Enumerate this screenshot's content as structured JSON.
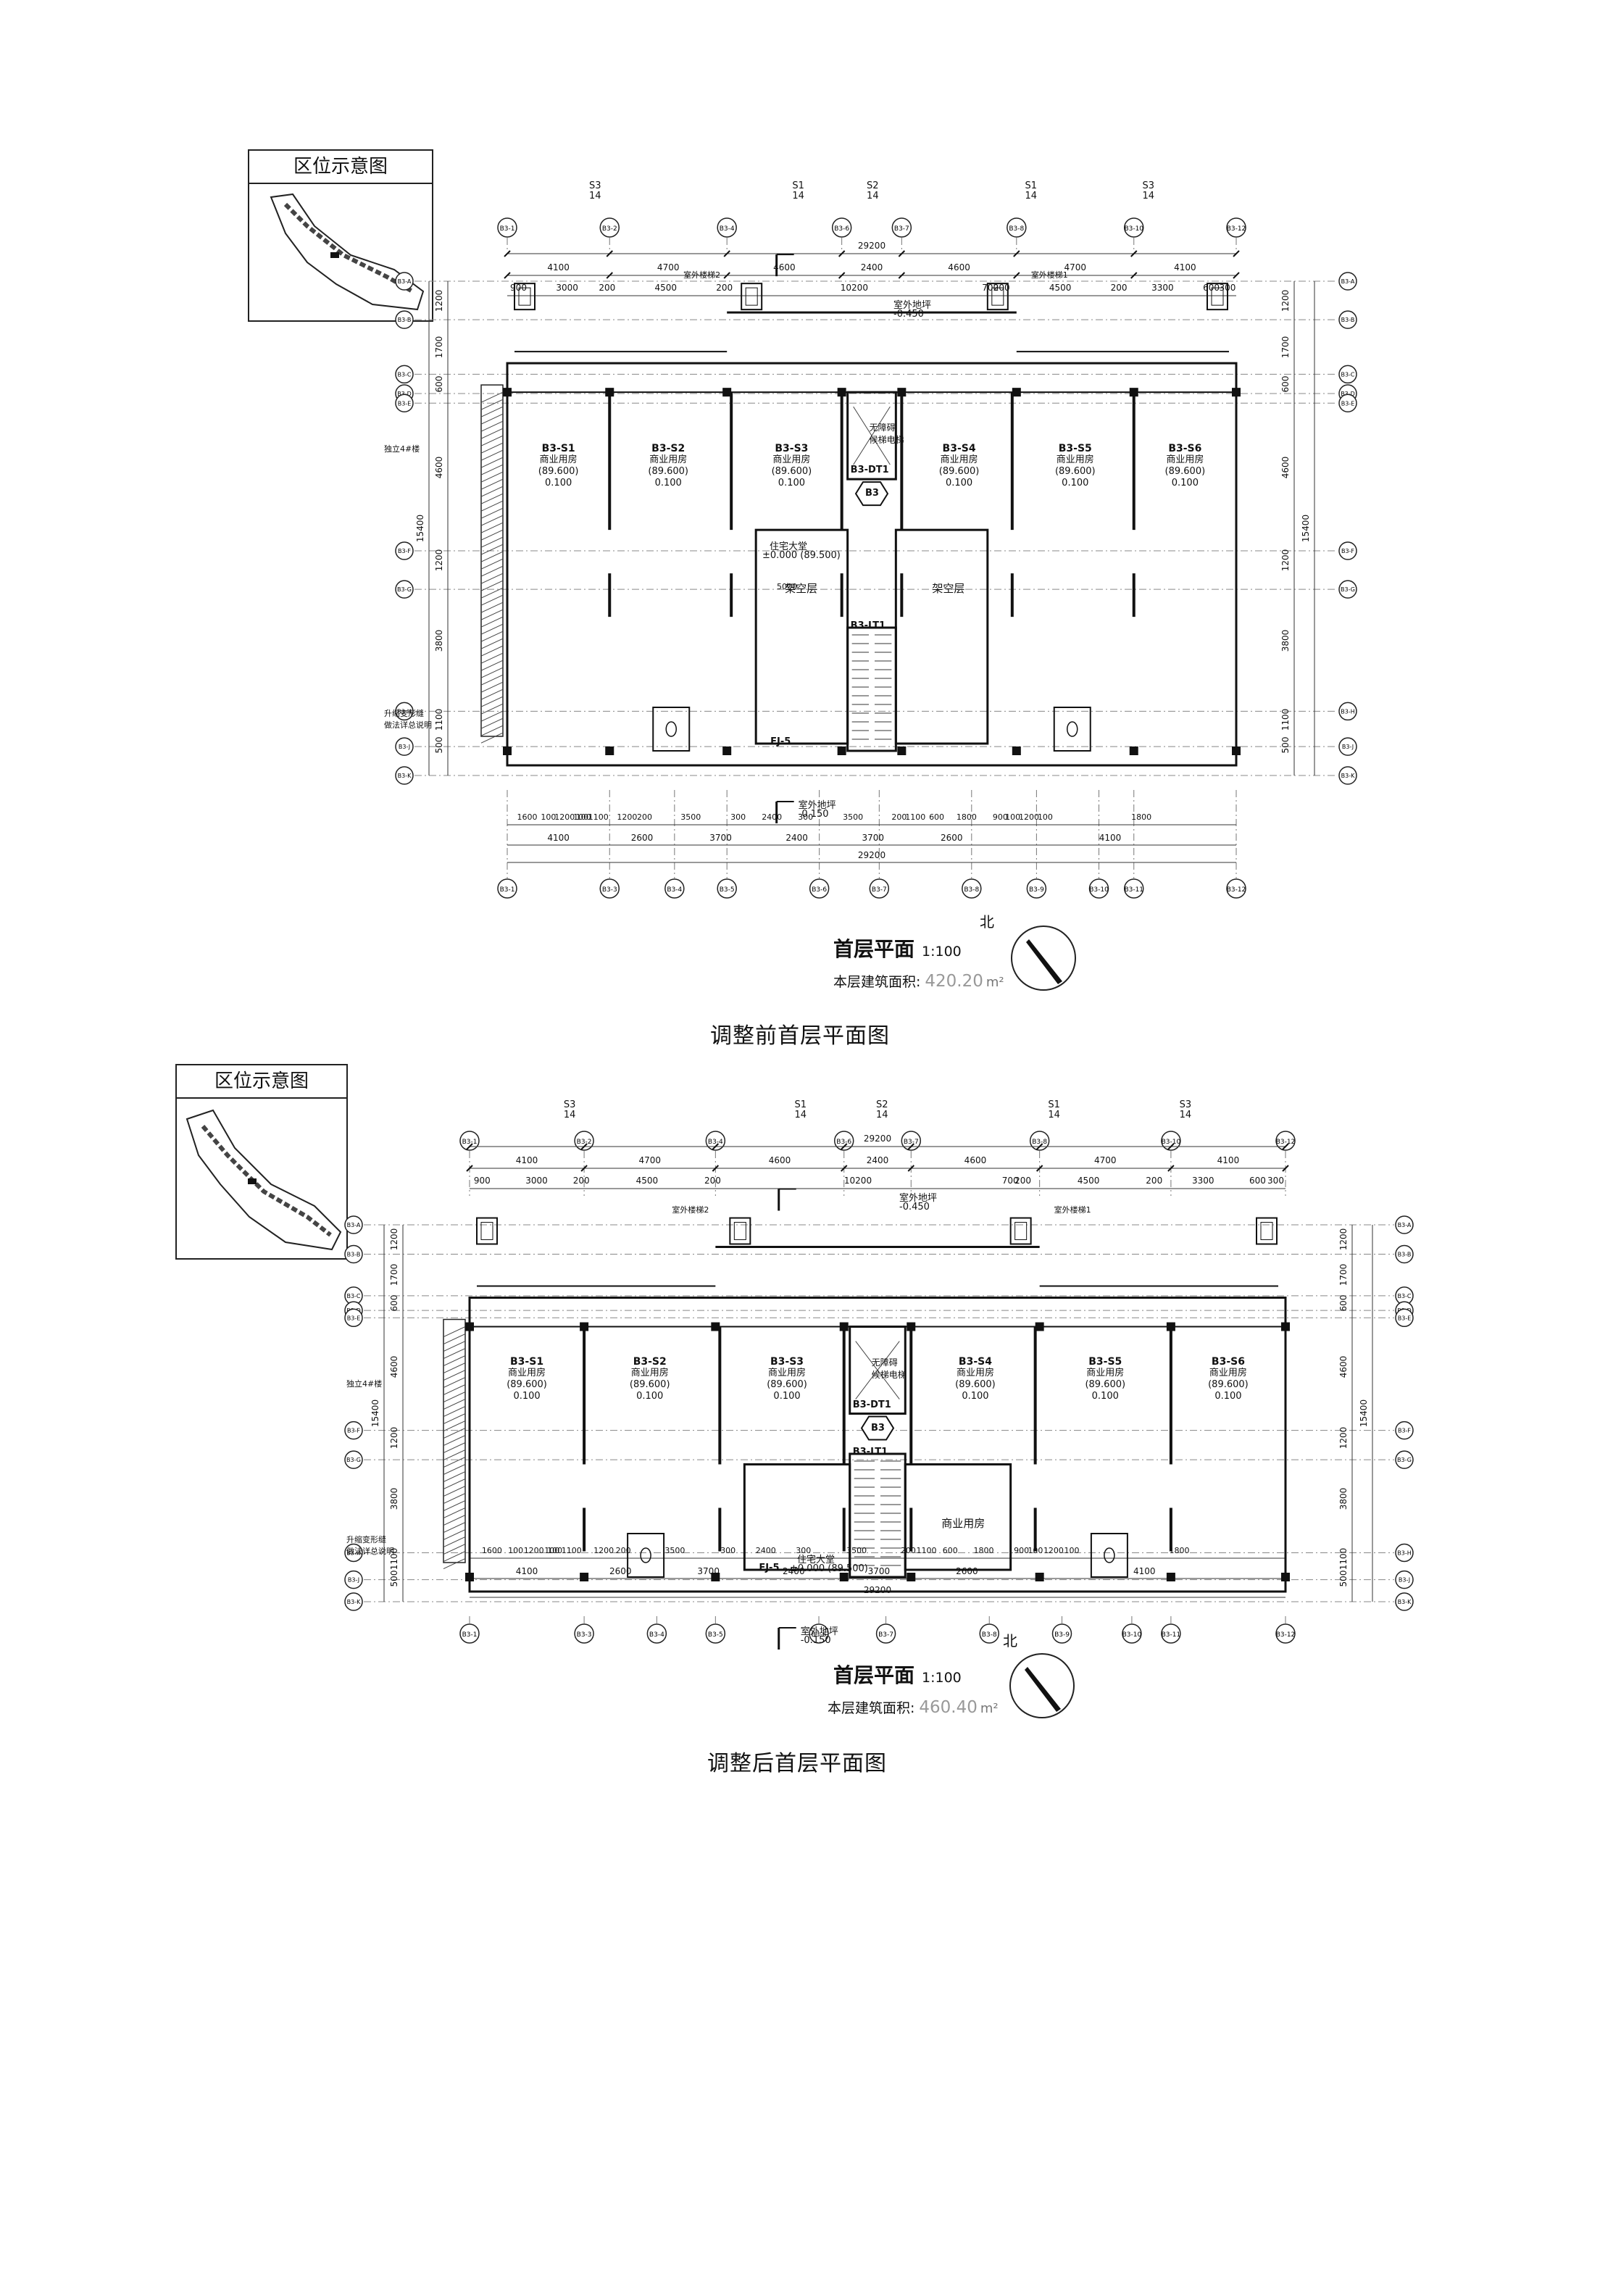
{
  "keymap_title": "区位示意图",
  "plans": [
    {
      "id": "before",
      "caption": "调整前首层平面图",
      "title": "首层平面",
      "scale": "1:100",
      "area_label": "本层建筑面积:",
      "area_value": "420.20",
      "area_unit": "m²",
      "north_label": "北",
      "top_dims_row1": [
        "4100",
        "4700",
        "4600",
        "2400",
        "4600",
        "4700",
        "4100"
      ],
      "top_dims_row2": [
        "900",
        "3000",
        "200",
        "4500",
        "200",
        "10200",
        "700",
        "200",
        "4500",
        "200",
        "3300",
        "600",
        "300"
      ],
      "total_width": "29200",
      "bottom_dims_row1": [
        "1600",
        "100",
        "1200",
        "100",
        "100",
        "1100",
        "1200",
        "200",
        "3500",
        "300",
        "2400",
        "300",
        "3500",
        "200",
        "1100",
        "600",
        "1800",
        "900",
        "100",
        "1200",
        "100",
        "1800"
      ],
      "bottom_dims_row2": [
        "4100",
        "2600",
        "3700",
        "2400",
        "3700",
        "2600",
        "4100"
      ],
      "left_dims": [
        "1200",
        "1700",
        "600",
        "4600",
        "1200",
        "3800",
        "1100",
        "500"
      ],
      "left_total": "15400",
      "section_marks": [
        "S3\n14",
        "S1\n14",
        "S2\n14",
        "S1\n14",
        "S3\n14"
      ],
      "axes_top": [
        "B3-1",
        "B3-2",
        "B3-4",
        "B3-6",
        "B3-7",
        "B3-8",
        "B3-10",
        "B3-12"
      ],
      "axes_bottom": [
        "B3-1",
        "B3-3",
        "B3-4",
        "B3-5",
        "B3-6",
        "B3-7",
        "B3-8",
        "B3-9",
        "B3-10",
        "B3-11",
        "B3-12"
      ],
      "axes_side": [
        "B3-A",
        "B3-B",
        "B3-C",
        "B3-D",
        "B3-E",
        "B3-F",
        "B3-G",
        "B3-H",
        "B3-J",
        "B3-K"
      ],
      "rooms": [
        {
          "code": "B3-S1",
          "name": "商业用房",
          "level": "(89.600)",
          "h": "0.100"
        },
        {
          "code": "B3-S2",
          "name": "商业用房",
          "level": "(89.600)",
          "h": "0.100"
        },
        {
          "code": "B3-S3",
          "name": "商业用房",
          "level": "(89.600)",
          "h": "0.100"
        },
        {
          "code": "B3-S4",
          "name": "商业用房",
          "level": "(89.600)",
          "h": "0.100"
        },
        {
          "code": "B3-S5",
          "name": "商业用房",
          "level": "(89.600)",
          "h": "0.100"
        },
        {
          "code": "B3-S6",
          "name": "商业用房",
          "level": "(89.600)",
          "h": "0.100"
        }
      ],
      "labels": {
        "outdoor_top": "室外地坪",
        "outdoor_top_level": "-0.450",
        "outdoor_bottom": "室外地坪",
        "outdoor_bottom_level": "-0.150",
        "lobby": "住宅大堂",
        "lobby_level": "±0.000 (89.500)",
        "core": "B3",
        "elevator": "B3-DT1",
        "stair": "B3-LT1",
        "elevator_note": "无障碍\n候梯电梯",
        "void_left": "架空层",
        "void_right": "架空层",
        "stair_left": "室外楼梯2",
        "stair_right": "室外楼梯1",
        "fire_room": "FJ-5",
        "lobby_width": "5000",
        "left_note": "独立4#楼",
        "shaft_note": "升缩变形缝\n做法详总说明"
      }
    },
    {
      "id": "after",
      "caption": "调整后首层平面图",
      "title": "首层平面",
      "scale": "1:100",
      "area_label": "本层建筑面积:",
      "area_value": "460.40",
      "area_unit": "m²",
      "north_label": "北",
      "top_dims_row1": [
        "4100",
        "4700",
        "4600",
        "2400",
        "4600",
        "4700",
        "4100"
      ],
      "top_dims_row2": [
        "900",
        "3000",
        "200",
        "4500",
        "200",
        "10200",
        "700",
        "200",
        "4500",
        "200",
        "3300",
        "600",
        "300"
      ],
      "total_width": "29200",
      "bottom_dims_row1": [
        "1600",
        "100",
        "1200",
        "100",
        "100",
        "1100",
        "1200",
        "200",
        "3500",
        "300",
        "2400",
        "300",
        "3500",
        "200",
        "1100",
        "600",
        "1800",
        "900",
        "100",
        "1200",
        "100",
        "1800"
      ],
      "bottom_dims_row2": [
        "4100",
        "2600",
        "3700",
        "2400",
        "3700",
        "2600",
        "4100"
      ],
      "left_dims": [
        "1200",
        "1700",
        "600",
        "4600",
        "1200",
        "3800",
        "1100",
        "500"
      ],
      "left_total": "15400",
      "section_marks": [
        "S3\n14",
        "S1\n14",
        "S2\n14",
        "S1\n14",
        "S3\n14"
      ],
      "axes_top": [
        "B3-1",
        "B3-2",
        "B3-4",
        "B3-6",
        "B3-7",
        "B3-8",
        "B3-10",
        "B3-12"
      ],
      "axes_bottom": [
        "B3-1",
        "B3-3",
        "B3-4",
        "B3-5",
        "B3-6",
        "B3-7",
        "B3-8",
        "B3-9",
        "B3-10",
        "B3-11",
        "B3-12"
      ],
      "axes_side": [
        "B3-A",
        "B3-B",
        "B3-C",
        "B3-D",
        "B3-E",
        "B3-F",
        "B3-G",
        "B3-H",
        "B3-J",
        "B3-K"
      ],
      "rooms": [
        {
          "code": "B3-S1",
          "name": "商业用房",
          "level": "(89.600)",
          "h": "0.100"
        },
        {
          "code": "B3-S2",
          "name": "商业用房",
          "level": "(89.600)",
          "h": "0.100"
        },
        {
          "code": "B3-S3",
          "name": "商业用房",
          "level": "(89.600)",
          "h": "0.100"
        },
        {
          "code": "B3-S4",
          "name": "商业用房",
          "level": "(89.600)",
          "h": "0.100"
        },
        {
          "code": "B3-S5",
          "name": "商业用房",
          "level": "(89.600)",
          "h": "0.100"
        },
        {
          "code": "B3-S6",
          "name": "商业用房",
          "level": "(89.600)",
          "h": "0.100"
        }
      ],
      "labels": {
        "outdoor_top": "室外地坪",
        "outdoor_top_level": "-0.450",
        "outdoor_bottom": "室外地坪",
        "outdoor_bottom_level": "-0.150",
        "lobby": "住宅大堂",
        "lobby_level": "±0.000 (89.500)",
        "core": "B3",
        "elevator": "B3-DT1",
        "stair": "B3-LT1",
        "elevator_note": "无障碍\n候梯电梯",
        "void_left": "",
        "void_right": "商业用房",
        "stair_left": "室外楼梯2",
        "stair_right": "室外楼梯1",
        "fire_room": "FJ-5",
        "lobby_width": "",
        "left_note": "独立4#楼",
        "shaft_note": "升缩变形缝\n做法详总说明"
      }
    }
  ]
}
